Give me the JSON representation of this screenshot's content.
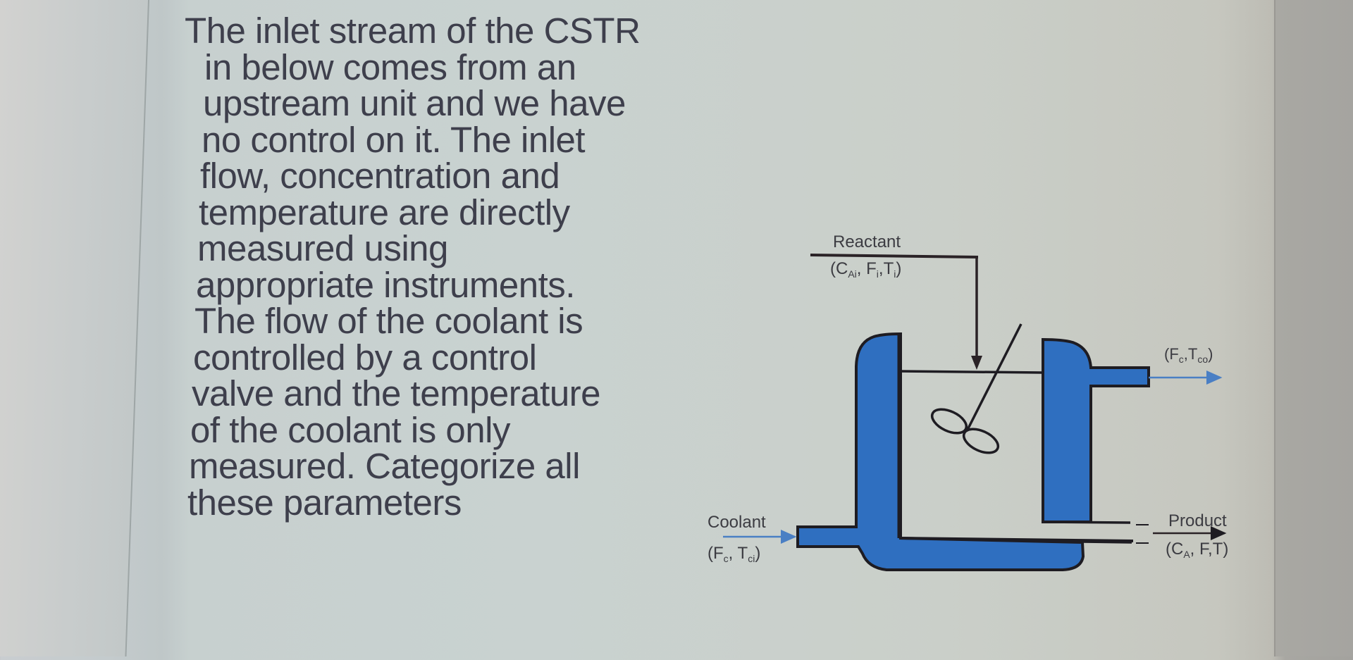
{
  "question": {
    "lines": [
      "The inlet stream of the CSTR",
      "in below comes from an",
      "upstream unit and we have",
      "no control on it. The inlet",
      "flow, concentration and",
      "temperature are directly",
      "measured using",
      "appropriate instruments.",
      "The flow of the coolant is",
      "controlled by a control",
      "valve and the temperature",
      "of the coolant is only",
      "measured. Categorize all",
      "these parameters"
    ]
  },
  "diagram": {
    "title": "CSTR with cooling jacket",
    "reactant": {
      "label": "Reactant",
      "vars": {
        "open": "(C",
        "c_sub": "Ai",
        "sep1": ", F",
        "f_sub": "i",
        "sep2": ",T",
        "t_sub": "i",
        "close": ")"
      }
    },
    "coolant_out": {
      "vars": {
        "open": "(F",
        "f_sub": "c",
        "sep": ",T",
        "t_sub": "co",
        "close": ")"
      }
    },
    "coolant_in": {
      "label": "Coolant",
      "vars": {
        "open": "(F",
        "f_sub": "c",
        "sep": ", T",
        "t_sub": "ci",
        "close": ")"
      }
    },
    "product": {
      "label": "Product",
      "vars": {
        "open": "(C",
        "c_sub": "A",
        "rest": ", F,T)"
      }
    },
    "colors": {
      "jacket_fill": "#2f6fc0",
      "outline": "#1e1c22",
      "arrow_blue": "#4a7fc4"
    }
  }
}
